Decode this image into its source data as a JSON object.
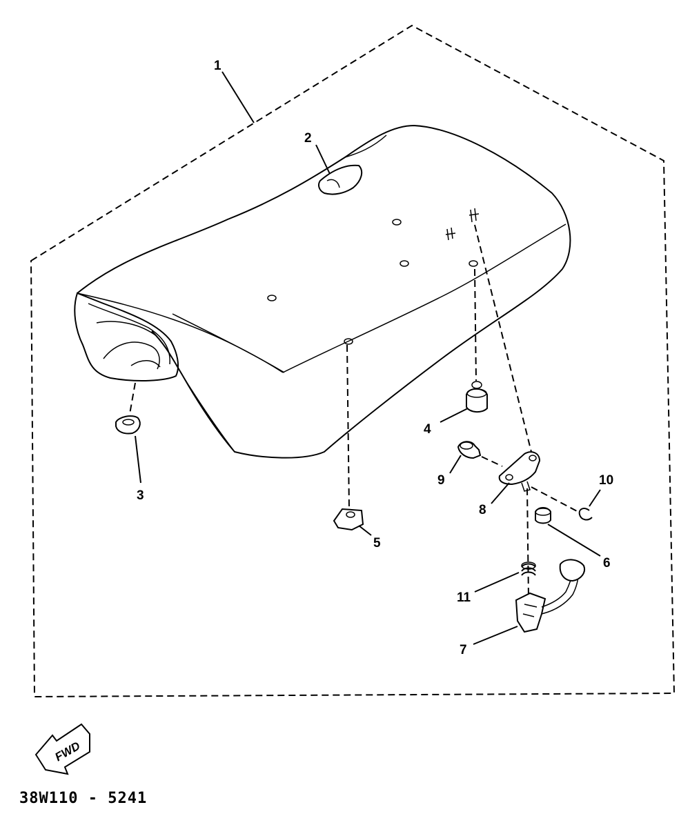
{
  "callouts": {
    "p1": "1",
    "p2": "2",
    "p3": "3",
    "p4": "4",
    "p5": "5",
    "p6": "6",
    "p7": "7",
    "p8": "8",
    "p9": "9",
    "p10": "10",
    "p11": "11"
  },
  "fwd_label": "FWD",
  "drawing_code": "38W110 - 5241"
}
